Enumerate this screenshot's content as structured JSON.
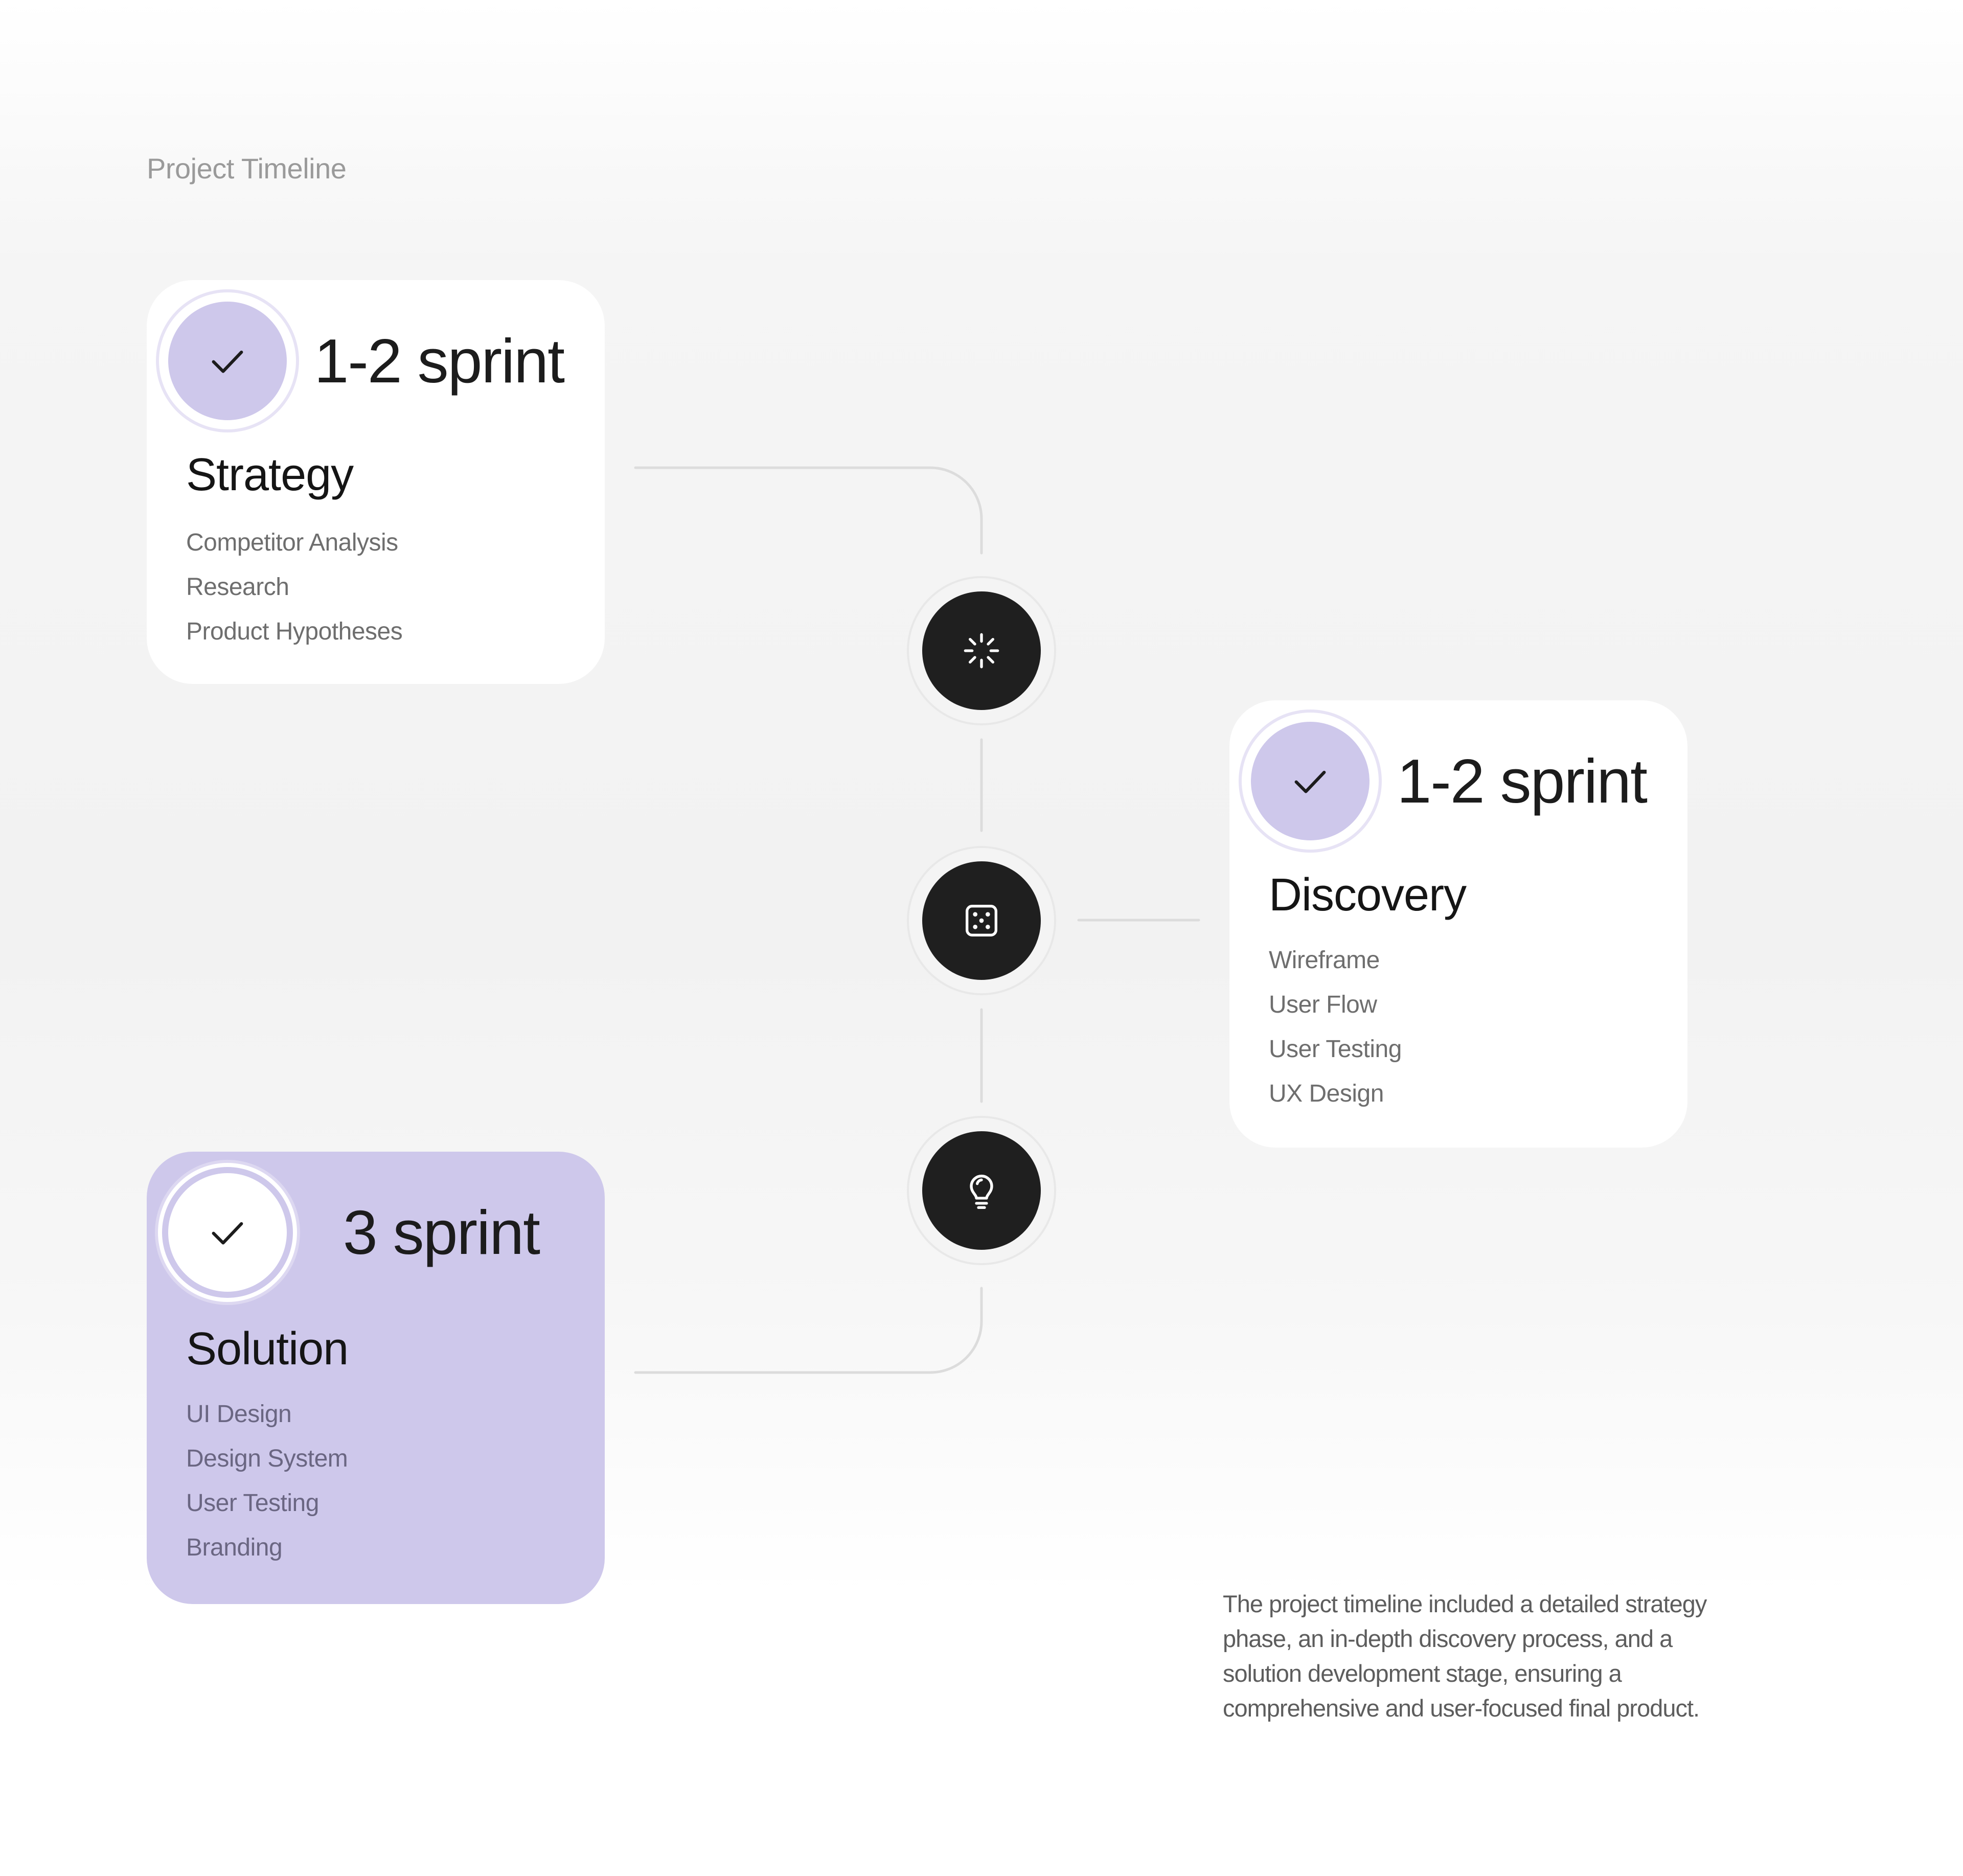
{
  "page": {
    "title": "Project Timeline"
  },
  "phases": [
    {
      "id": "strategy",
      "sprint": "1-2 sprint",
      "name": "Strategy",
      "items": [
        "Competitor Analysis",
        "Research",
        "Product Hypotheses"
      ]
    },
    {
      "id": "discovery",
      "sprint": "1-2 sprint",
      "name": "Discovery",
      "items": [
        "Wireframe",
        "User Flow",
        "User Testing",
        "UX Design"
      ]
    },
    {
      "id": "solution",
      "sprint": "3 sprint",
      "name": "Solution",
      "items": [
        "UI Design",
        "Design System",
        "User Testing",
        "Branding"
      ]
    }
  ],
  "nodes": [
    {
      "icon": "loader-icon"
    },
    {
      "icon": "dice-icon"
    },
    {
      "icon": "lightbulb-icon"
    }
  ],
  "description": "The project timeline included a detailed strategy phase, an in-depth discovery process, and a solution development stage, ensuring a comprehensive and user-focused final product.",
  "colors": {
    "accent": "#cec8eb",
    "node": "#1f1f1f",
    "card": "#ffffff",
    "connector": "#dcdcdc"
  }
}
